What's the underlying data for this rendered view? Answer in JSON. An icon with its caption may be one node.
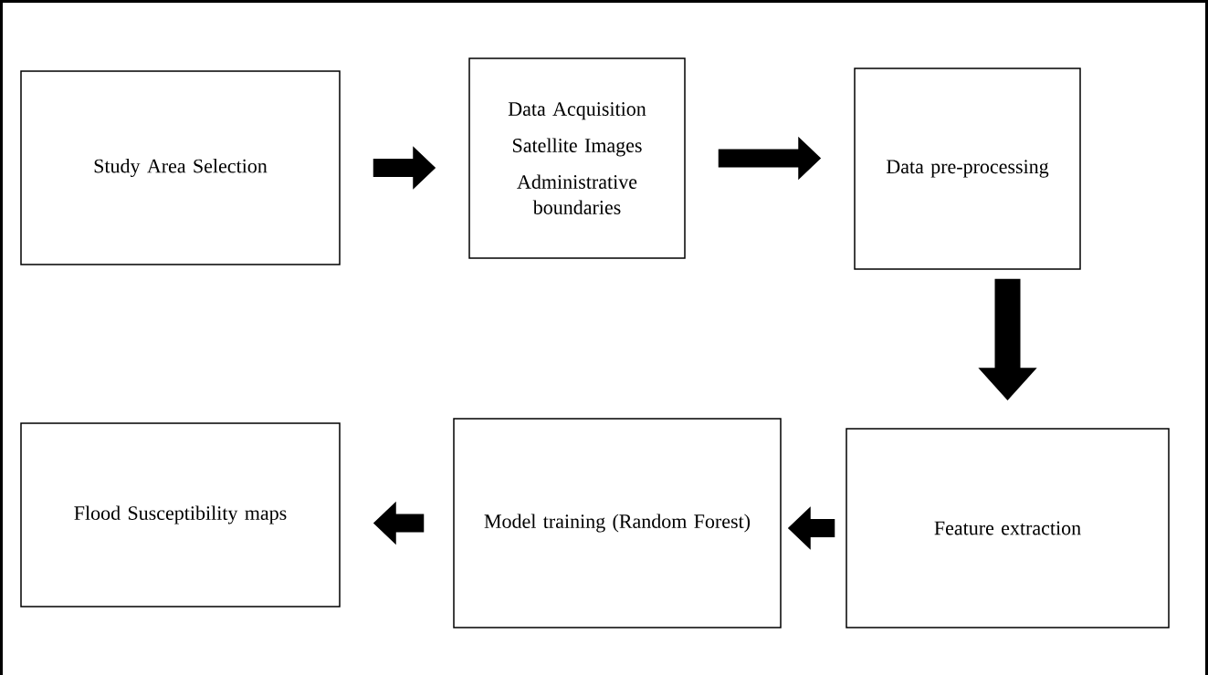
{
  "diagram": {
    "nodes": [
      {
        "text": [
          "Study Area Selection"
        ]
      },
      {
        "text": [
          "Data Acquisition",
          "Satellite Images",
          "Administrative boundaries"
        ]
      },
      {
        "text": [
          "Data pre-processing"
        ]
      },
      {
        "text": [
          "Feature extraction"
        ]
      },
      {
        "text": [
          "Model training (Random Forest)"
        ]
      },
      {
        "text": [
          "Flood Susceptibility maps"
        ]
      }
    ],
    "edges": [
      {
        "from": 0,
        "to": 1,
        "arrow": "to"
      },
      {
        "from": 1,
        "to": 2,
        "arrow": "to"
      },
      {
        "from": 2,
        "to": 3,
        "arrow": "to"
      },
      {
        "from": 3,
        "to": 4,
        "arrow": "to"
      },
      {
        "from": 4,
        "to": 5,
        "arrow": "to"
      }
    ]
  }
}
